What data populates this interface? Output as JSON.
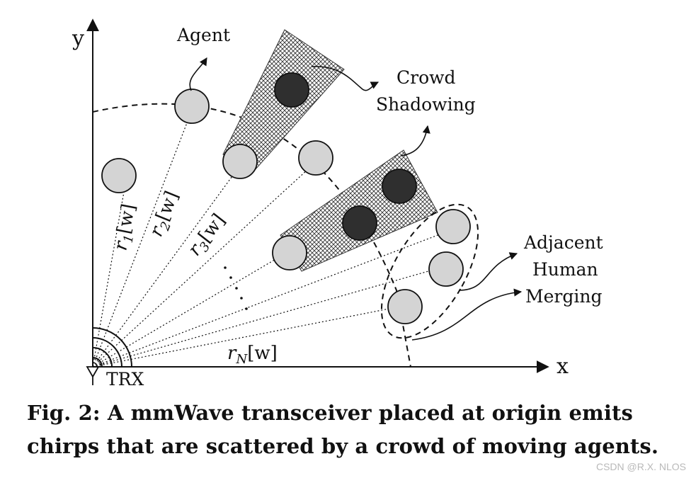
{
  "labels": {
    "y_axis": "y",
    "x_axis": "x",
    "agent": "Agent",
    "crowd_line1": "Crowd",
    "crowd_line2": "Shadowing",
    "adj_line1": "Adjacent",
    "adj_line2": "Human",
    "adj_line3": "Merging",
    "trx": "TRX"
  },
  "range_labels": {
    "r1": {
      "base": "r",
      "sub": "1",
      "arg": "[w]"
    },
    "r2": {
      "base": "r",
      "sub": "2",
      "arg": "[w]"
    },
    "r3": {
      "base": "r",
      "sub": "3",
      "arg": "[w]"
    },
    "rN": {
      "base": "r",
      "sub": "N",
      "arg": "[w]"
    }
  },
  "caption": {
    "line1": "Fig. 2: A mmWave transceiver placed at origin emits",
    "line2": "chirps that are scattered by a crowd of moving agents."
  },
  "watermark": "CSDN @R.X. NLOS",
  "colors": {
    "agent_fill": "#d4d4d4",
    "shadowed_fill": "#2f2f2f",
    "stroke": "#111111"
  }
}
